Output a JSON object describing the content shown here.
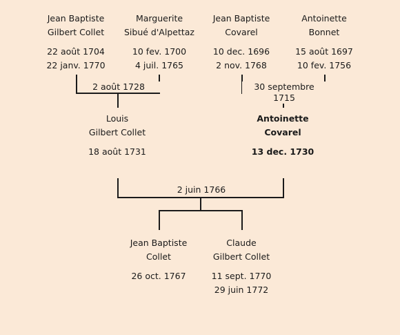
{
  "tree": {
    "line_color": "#1a1a1a",
    "background": "#fbe9d7",
    "grandparents": [
      {
        "first": "Jean Baptiste",
        "last": "Gilbert Collet",
        "birth": "22 août 1704",
        "death": "22 janv. 1770"
      },
      {
        "first": "Marguerite",
        "last": "Sibué d'Alpettaz",
        "birth": "10 fev. 1700",
        "death": "4 juil. 1765"
      },
      {
        "first": "Jean Baptiste",
        "last": "Covarel",
        "birth": "10 dec. 1696",
        "death": "2 nov. 1768"
      },
      {
        "first": "Antoinette",
        "last": "Bonnet",
        "birth": "15 août 1697",
        "death": "10 fev. 1756"
      }
    ],
    "grandparents_marriages": [
      "2 août 1728",
      "30 septembre 1715"
    ],
    "parents": [
      {
        "first": "Louis",
        "last": "Gilbert Collet",
        "birth": "18 août 1731",
        "death": ""
      },
      {
        "first": "Antoinette",
        "last": "Covarel",
        "birth": "13 dec. 1730",
        "death": ""
      }
    ],
    "parents_marriage": "2 juin 1766",
    "children": [
      {
        "first": "Jean Baptiste",
        "last": "Collet",
        "birth": "26 oct. 1767",
        "death": ""
      },
      {
        "first": "Claude",
        "last": "Gilbert Collet",
        "birth": "11 sept. 1770",
        "death": "29 juin 1772"
      }
    ]
  }
}
